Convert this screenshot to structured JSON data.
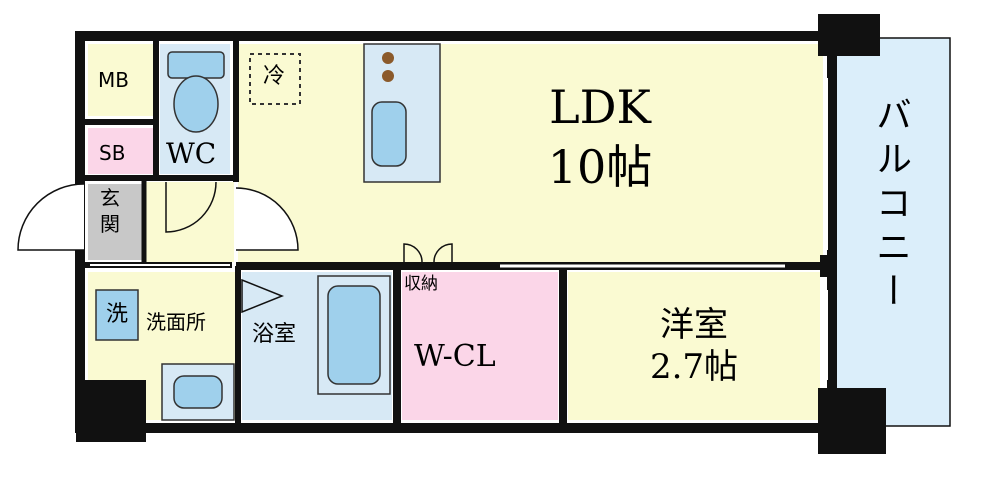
{
  "rooms": {
    "ldk_name": "LDK",
    "ldk_size": "10帖",
    "western_name": "洋室",
    "western_size": "2.7帖",
    "wcl": "W-CL",
    "bath": "浴室",
    "washroom": "洗面所",
    "wc": "WC",
    "mb": "MB",
    "sb": "SB",
    "entrance_1": "玄",
    "entrance_2": "関",
    "storage": "収納",
    "fridge": "冷",
    "washer": "洗",
    "balcony": "バルコニー"
  },
  "colors": {
    "wall": "#111111",
    "floor_yellow": "#fafad2",
    "wet_blue": "#d7e9f5",
    "closet_pink": "#fbd6e8",
    "entrance_gray": "#c8c8c8",
    "balcony_blue": "#dbeefa",
    "fixture_blue": "#9fd0ec"
  }
}
